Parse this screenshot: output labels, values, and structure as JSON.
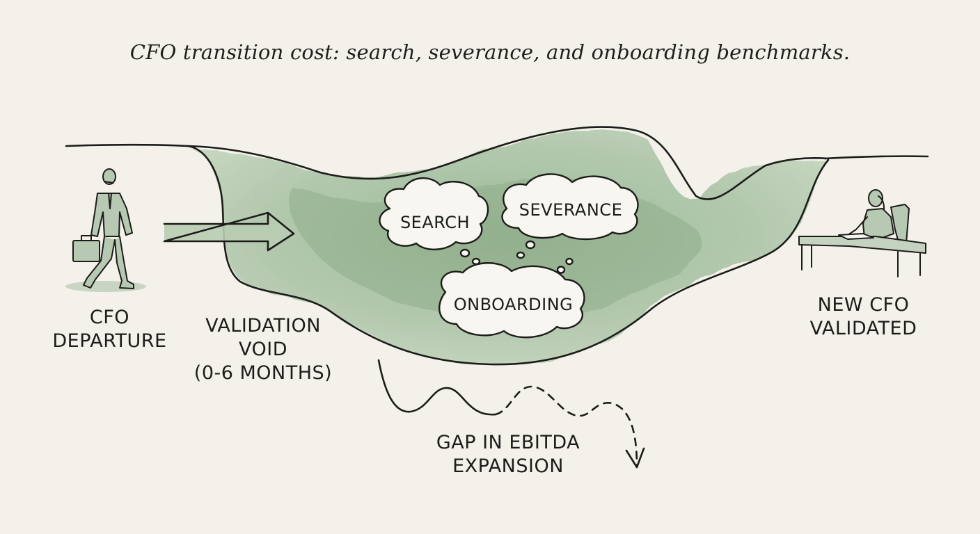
{
  "title": "CFO transition cost: search, severance, and onboarding benchmarks.",
  "labels": {
    "departure": [
      "CFO",
      "DEPARTURE"
    ],
    "void": [
      "VALIDATION",
      "VOID",
      "(0-6 MONTHS)"
    ],
    "new_cfo": [
      "NEW CFO",
      "VALIDATED"
    ],
    "gap": [
      "GAP IN EBITDA",
      "EXPANSION"
    ]
  },
  "clouds": {
    "search": "SEARCH",
    "severance": "SEVERANCE",
    "onboarding": "ONBOARDING"
  },
  "colors": {
    "background": "#f3f1ea",
    "wash": "#a9c2a4",
    "wash_dark": "#8fb08b",
    "ink": "#1c1c1a",
    "figure": "#b7c9b2"
  },
  "icons": [
    "walking-businessman-icon",
    "briefcase-icon",
    "arrow-right-icon",
    "seated-woman-at-desk-icon",
    "dashed-down-arrow-icon"
  ]
}
